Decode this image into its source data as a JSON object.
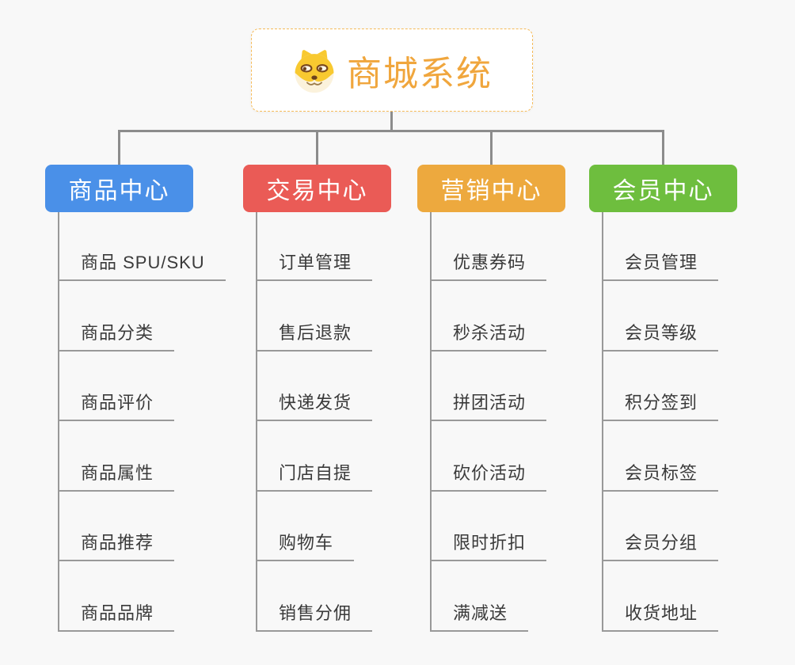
{
  "root": {
    "title": "商城系统",
    "icon": "shiba-dog-icon"
  },
  "branches": [
    {
      "label": "商品中心",
      "color": "#4A90E8",
      "children": [
        "商品 SPU/SKU",
        "商品分类",
        "商品评价",
        "商品属性",
        "商品推荐",
        "商品品牌"
      ]
    },
    {
      "label": "交易中心",
      "color": "#EA5B56",
      "children": [
        "订单管理",
        "售后退款",
        "快递发货",
        "门店自提",
        "购物车",
        "销售分佣"
      ]
    },
    {
      "label": "营销中心",
      "color": "#EDA93E",
      "children": [
        "优惠券码",
        "秒杀活动",
        "拼团活动",
        "砍价活动",
        "限时折扣",
        "满减送"
      ]
    },
    {
      "label": "会员中心",
      "color": "#6EBE3E",
      "children": [
        "会员管理",
        "会员等级",
        "积分签到",
        "会员标签",
        "会员分组",
        "收货地址"
      ]
    }
  ],
  "colors": {
    "background": "#f8f8f8",
    "connector": "#8c8c8c",
    "leaf_line": "#999999",
    "leaf_text": "#3a3a3a",
    "title_text": "#F0A63D",
    "root_border": "#F6BB59",
    "node_text": "#ffffff"
  }
}
